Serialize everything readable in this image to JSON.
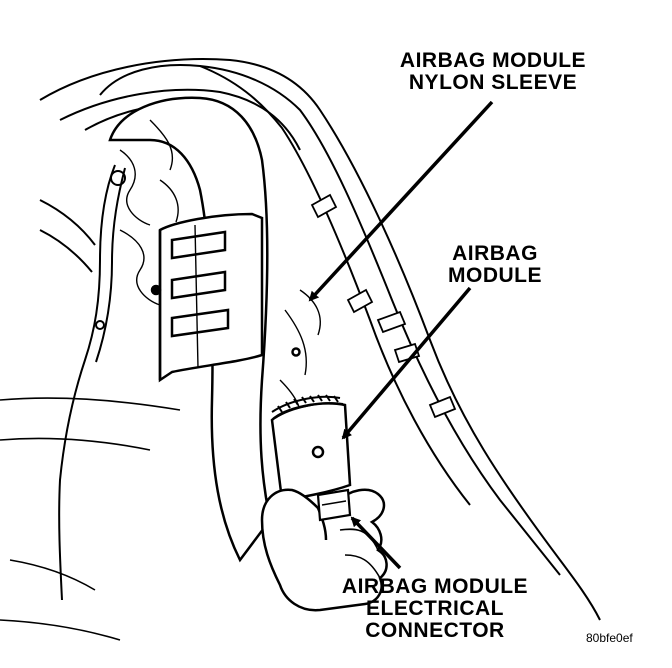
{
  "labels": {
    "nylon_sleeve": {
      "line1": "AIRBAG MODULE",
      "line2": "NYLON SLEEVE"
    },
    "module": {
      "line1": "AIRBAG",
      "line2": "MODULE"
    },
    "connector": {
      "line1": "AIRBAG MODULE",
      "line2": "ELECTRICAL",
      "line3": "CONNECTOR"
    }
  },
  "figure_id": "80bfe0ef",
  "colors": {
    "ink": "#000000",
    "paper": "#ffffff"
  }
}
